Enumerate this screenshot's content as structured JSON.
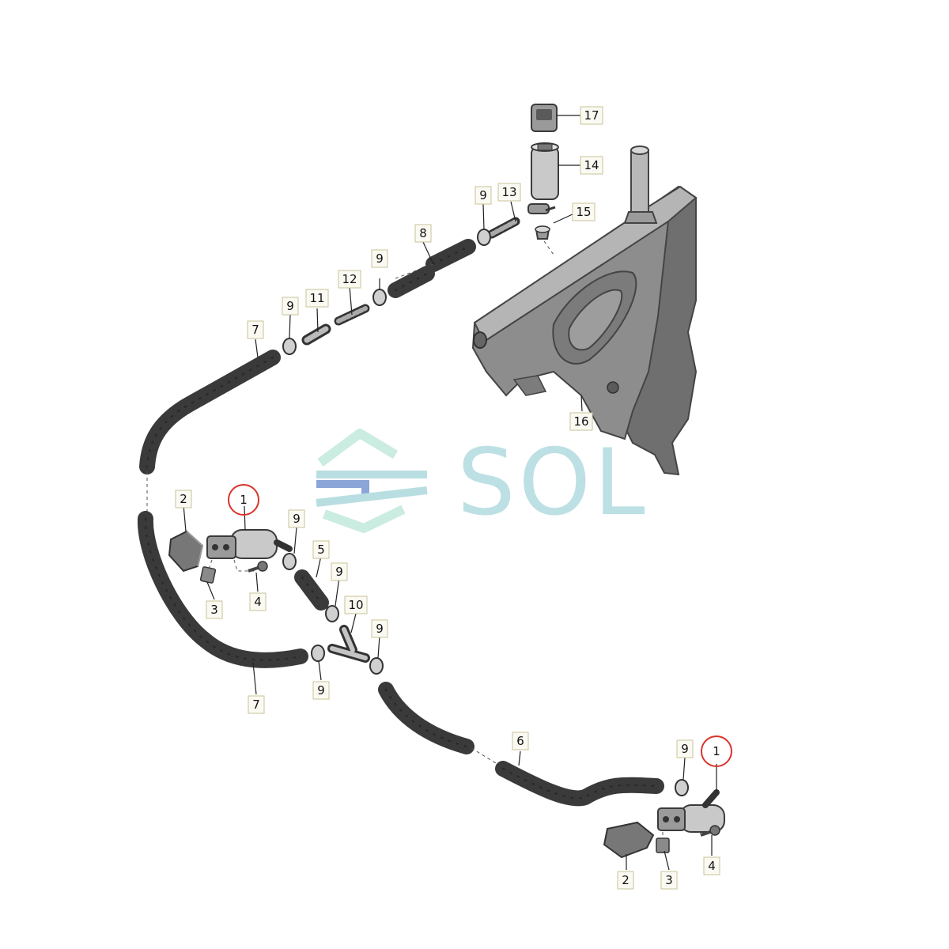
{
  "watermark": {
    "text": "SOL",
    "colors": {
      "teal": "#a8d6dc",
      "blue": "#6f8fd0",
      "mint": "#bfe8d9"
    }
  },
  "highlight_color": "#d9342b",
  "callouts": [
    {
      "id": "c1a",
      "text": "1",
      "circled": true
    },
    {
      "id": "c1b",
      "text": "1",
      "circled": true
    },
    {
      "id": "c2a",
      "text": "2"
    },
    {
      "id": "c2b",
      "text": "2"
    },
    {
      "id": "c3a",
      "text": "3"
    },
    {
      "id": "c3b",
      "text": "3"
    },
    {
      "id": "c4a",
      "text": "4"
    },
    {
      "id": "c4b",
      "text": "4"
    },
    {
      "id": "c5",
      "text": "5"
    },
    {
      "id": "c6",
      "text": "6"
    },
    {
      "id": "c7a",
      "text": "7"
    },
    {
      "id": "c7b",
      "text": "7"
    },
    {
      "id": "c8",
      "text": "8"
    },
    {
      "id": "c9a",
      "text": "9"
    },
    {
      "id": "c9b",
      "text": "9"
    },
    {
      "id": "c9c",
      "text": "9"
    },
    {
      "id": "c9d",
      "text": "9"
    },
    {
      "id": "c9e",
      "text": "9"
    },
    {
      "id": "c9f",
      "text": "9"
    },
    {
      "id": "c9g",
      "text": "9"
    },
    {
      "id": "c9h",
      "text": "9"
    },
    {
      "id": "c10",
      "text": "10"
    },
    {
      "id": "c11",
      "text": "11"
    },
    {
      "id": "c12",
      "text": "12"
    },
    {
      "id": "c13",
      "text": "13"
    },
    {
      "id": "c14",
      "text": "14"
    },
    {
      "id": "c15",
      "text": "15"
    },
    {
      "id": "c16",
      "text": "16"
    },
    {
      "id": "c17",
      "text": "17"
    }
  ]
}
